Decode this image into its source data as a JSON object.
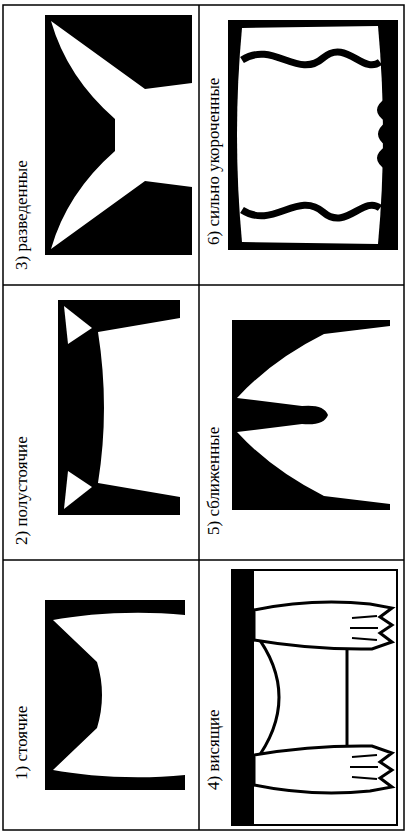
{
  "diagram": {
    "labels": [
      "1) стоячие",
      "2) полустоячие",
      "3) разведенные",
      "4) висящие",
      "5) сближенные",
      "6) сильно укороченные"
    ]
  }
}
